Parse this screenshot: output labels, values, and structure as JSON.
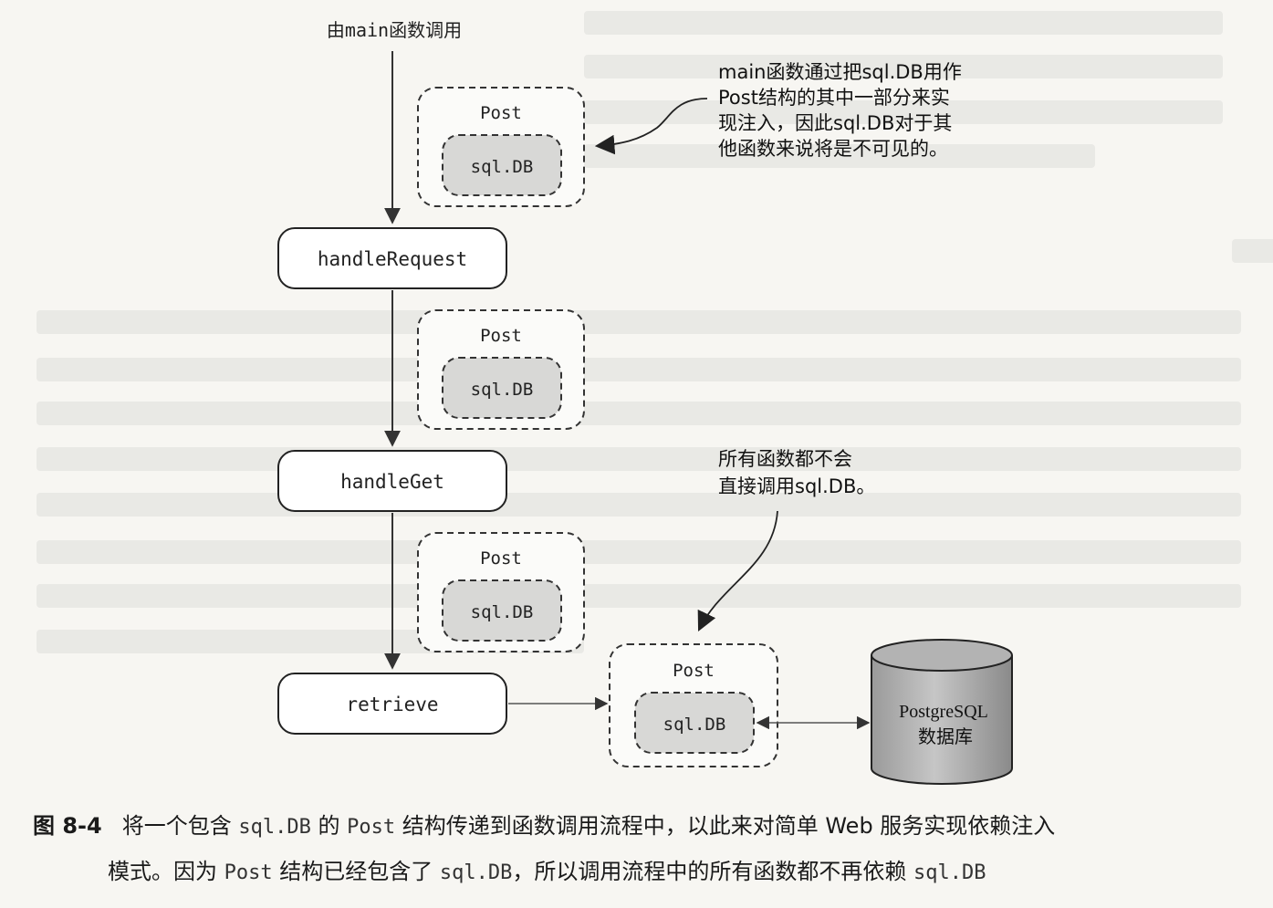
{
  "diagram": {
    "entry_label": "由main函数调用",
    "functions": [
      "handleRequest",
      "handleGet",
      "retrieve"
    ],
    "struct_label": "Post",
    "field_label": "sql.DB",
    "database": {
      "line1": "PostgreSQL",
      "line2": "数据库"
    },
    "annotation_top": [
      "main函数通过把sql.DB用作",
      "Post结构的其中一部分来实",
      "现注入，因此sql.DB对于其",
      "他函数来说将是不可见的。"
    ],
    "annotation_bottom": [
      "所有函数都不会",
      "直接调用sql.DB。"
    ]
  },
  "caption": {
    "number": "图 8-4",
    "line1": {
      "a": "将一个包含 ",
      "code1": "sql.DB",
      "b": " 的 ",
      "code2": "Post",
      "c": " 结构传递到函数调用流程中，以此来对简单 Web 服务实现依赖注入"
    },
    "line2": {
      "a": "模式。因为 ",
      "code1": "Post",
      "b": " 结构已经包含了 ",
      "code2": "sql.DB",
      "c": "，所以调用流程中的所有函数都不再依赖 ",
      "code3": "sql.DB"
    }
  }
}
